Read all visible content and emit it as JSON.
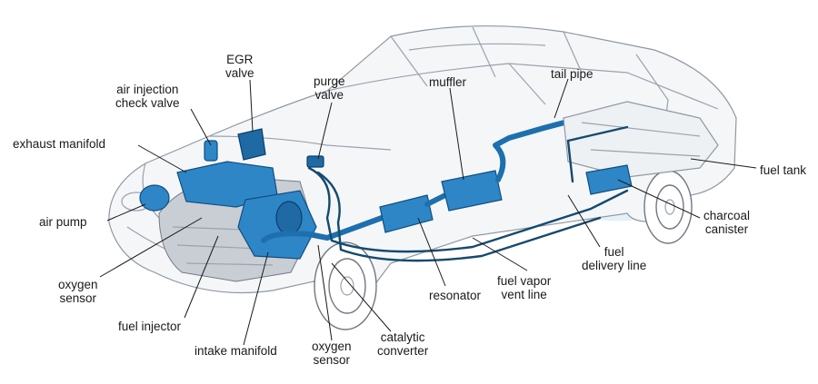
{
  "labels": {
    "egr_valve": "EGR\nvalve",
    "air_injection_check_valve": "air injection\ncheck valve",
    "purge_valve": "purge\nvalve",
    "muffler": "muffler",
    "tail_pipe": "tail pipe",
    "exhaust_manifold": "exhaust manifold",
    "fuel_tank": "fuel tank",
    "air_pump": "air pump",
    "charcoal_canister": "charcoal\ncanister",
    "fuel_delivery_line": "fuel\ndelivery line",
    "oxygen_sensor_left": "oxygen\nsensor",
    "fuel_vapor_vent_line": "fuel vapor\nvent line",
    "resonator": "resonator",
    "fuel_injector": "fuel injector",
    "catalytic_converter": "catalytic\nconverter",
    "intake_manifold": "intake manifold",
    "oxygen_sensor_bottom": "oxygen\nsensor"
  },
  "colors": {
    "highlight_blue": "#2f86c7",
    "highlight_dark": "#0e4f82",
    "car_outline": "#9aa3ad",
    "shadow_blue": "#cfe6f7"
  }
}
